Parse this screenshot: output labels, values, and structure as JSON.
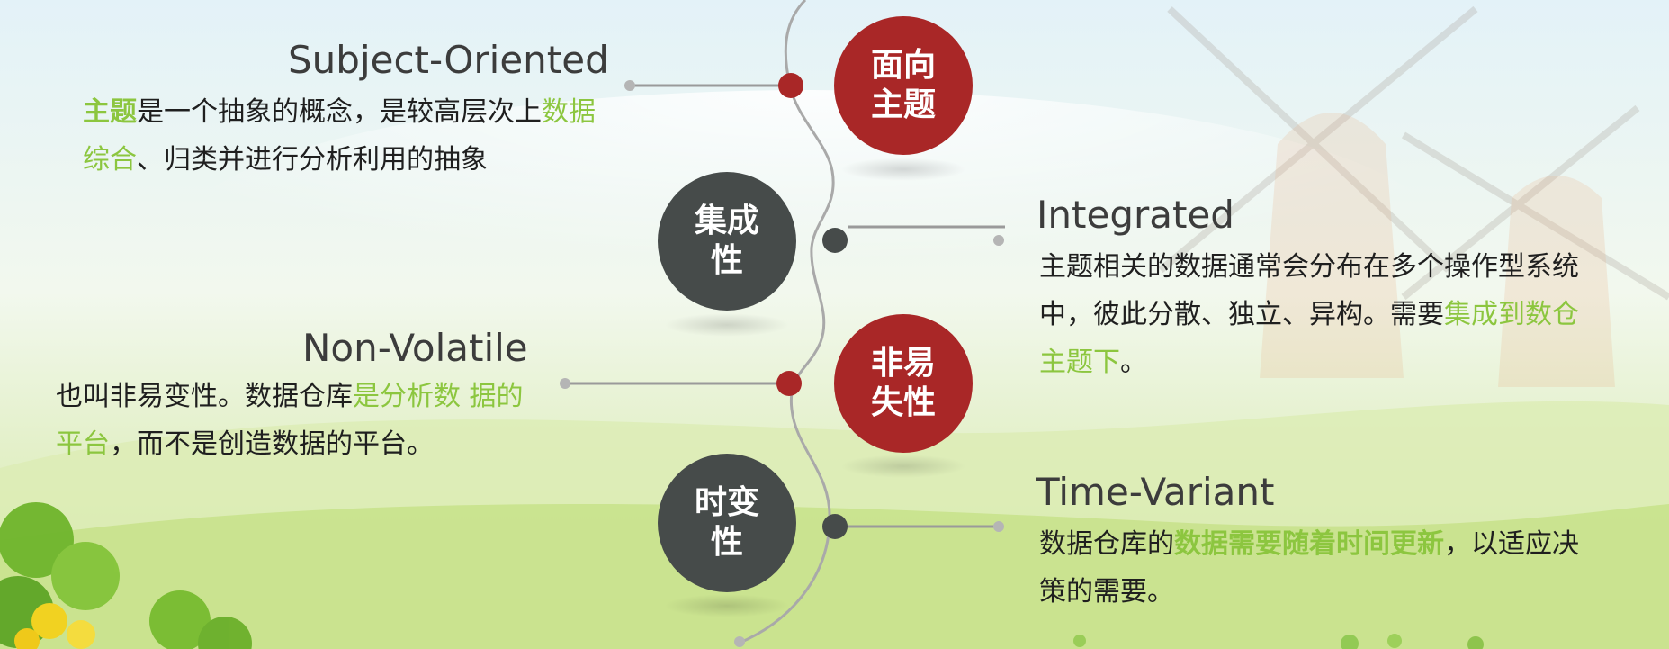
{
  "colors": {
    "accent_red": "#a92727",
    "accent_dark": "#464b4a",
    "highlight_green": "#8cc63f",
    "text": "#1f1f1f"
  },
  "items": [
    {
      "circle_line1": "面向",
      "circle_line2": "主题",
      "circle_color": "red",
      "title": "Subject-Oriented",
      "desc": [
        {
          "t": "主题",
          "s": "green-bold"
        },
        {
          "t": "是一个抽象的概念，是较高层次上",
          "s": ""
        },
        {
          "t": "数据综合",
          "s": "green"
        },
        {
          "t": "、归类并进行分析利用的抽象",
          "s": ""
        }
      ]
    },
    {
      "circle_line1": "集成",
      "circle_line2": "性",
      "circle_color": "dark",
      "title": "Integrated",
      "desc": [
        {
          "t": "主题相关的数据通常会分布在多个操作型系统中，彼此分散、独立、异构。需要",
          "s": ""
        },
        {
          "t": "集成到数仓主题下",
          "s": "green"
        },
        {
          "t": "。",
          "s": ""
        }
      ]
    },
    {
      "circle_line1": "非易",
      "circle_line2": "失性",
      "circle_color": "red",
      "title": "Non-Volatile",
      "desc": [
        {
          "t": "也叫非易变性。数据仓库",
          "s": ""
        },
        {
          "t": "是分析数 据的平台",
          "s": "green"
        },
        {
          "t": "，而不是创造数据的平台。",
          "s": ""
        }
      ]
    },
    {
      "circle_line1": "时变",
      "circle_line2": "性",
      "circle_color": "dark",
      "title": "Time-Variant",
      "desc": [
        {
          "t": "数据仓库的",
          "s": ""
        },
        {
          "t": "数据需要随着时间更新",
          "s": "green-bold"
        },
        {
          "t": "，以适应决策的需要。",
          "s": ""
        }
      ]
    }
  ]
}
